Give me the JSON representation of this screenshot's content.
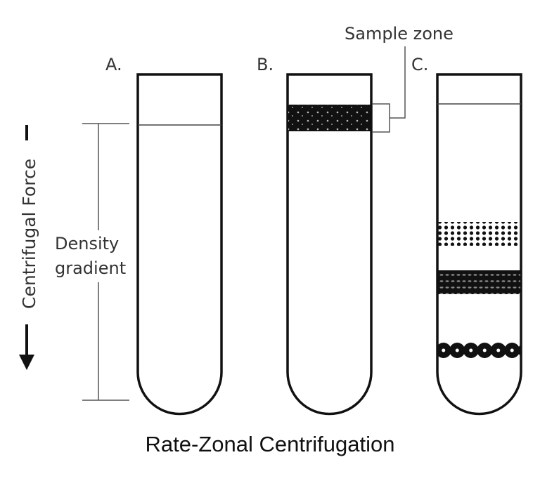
{
  "diagram": {
    "tube_labels": [
      "A.",
      "B.",
      "C."
    ],
    "sample_zone_label": "Sample zone",
    "density_label_line1": "Density",
    "density_label_line2": "gradient",
    "force_label": "Centrifugal Force",
    "caption": "Rate-Zonal Centrifugation"
  }
}
